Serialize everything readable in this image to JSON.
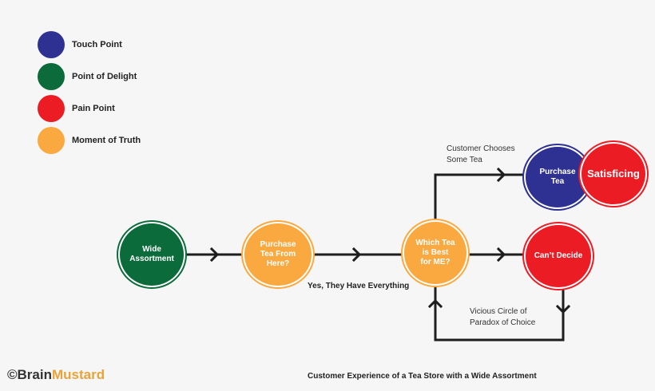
{
  "legend": [
    {
      "label": "Touch Point",
      "color": "#2e3192"
    },
    {
      "label": "Point of Delight",
      "color": "#0b6b3a"
    },
    {
      "label": "Pain Point",
      "color": "#ec1c24"
    },
    {
      "label": "Moment of Truth",
      "color": "#f9a93f"
    }
  ],
  "nodes": {
    "wide_assortment": {
      "label": "Wide\nAssortment",
      "color": "#0b6b3a"
    },
    "purchase_from_here": {
      "label": "Purchase\nTea From\nHere?",
      "color": "#f9a93f"
    },
    "which_tea": {
      "label": "Which Tea\nis Best\nfor ME?",
      "color": "#f9a93f"
    },
    "purchase_tea": {
      "label": "Purchase\nTea",
      "color": "#2e3192"
    },
    "satisficing": {
      "label": "Satisficing",
      "color": "#ec1c24"
    },
    "cant_decide": {
      "label": "Can’t Decide",
      "color": "#ec1c24"
    }
  },
  "edge_labels": {
    "customer_chooses": "Customer Chooses\nSome Tea",
    "yes_everything": "Yes, They Have Everything",
    "vicious_circle": "Vicious Circle of\nParadox of Choice"
  },
  "brand": {
    "copyright": "©Brain",
    "mustard": "Mustard"
  },
  "caption": "Customer Experience  of a Tea Store with a Wide Assortment"
}
